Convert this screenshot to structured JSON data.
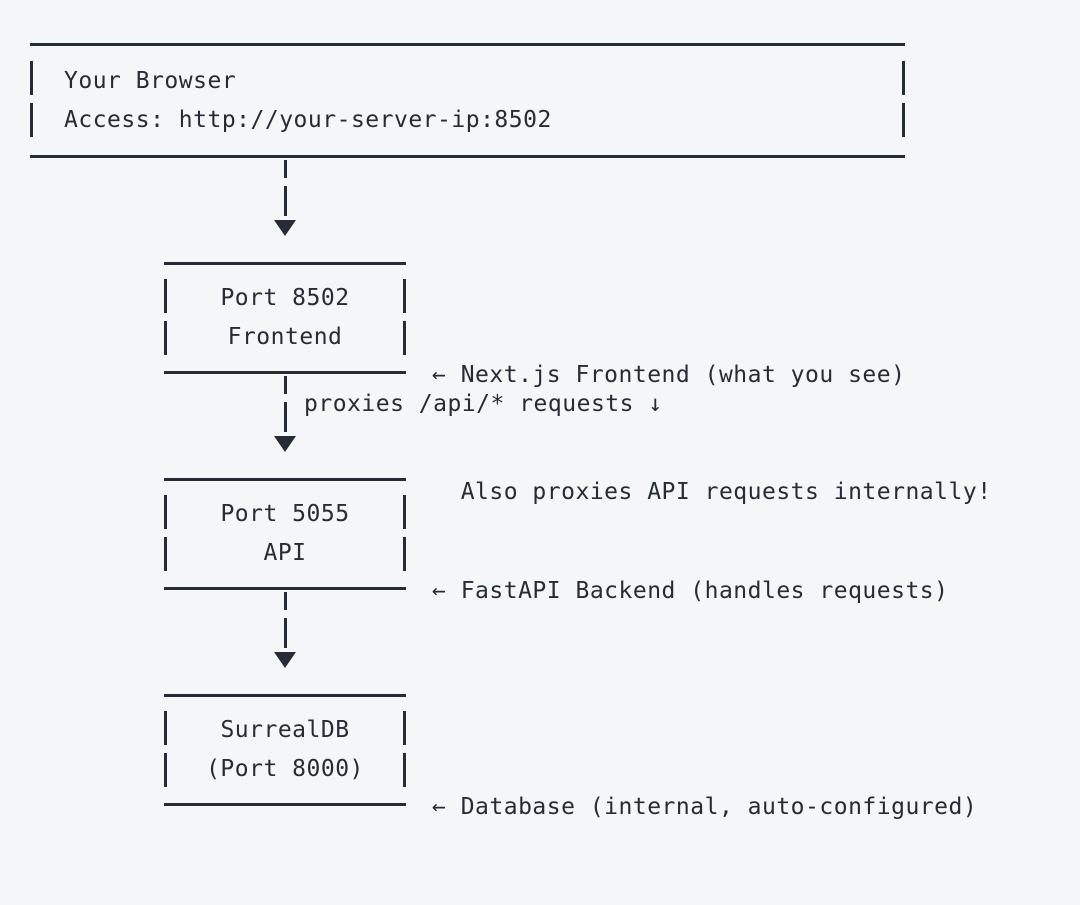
{
  "diagram": {
    "title": "Service architecture ASCII diagram",
    "colors": {
      "background": "#f4f6f8",
      "ink": "#262c35"
    },
    "browser_box": {
      "line1": "Your Browser",
      "line2": "Access: http://your-server-ip:8502"
    },
    "nodes": [
      {
        "id": "frontend",
        "line1": "Port 8502",
        "line2": "Frontend",
        "annotation_line1": "← Next.js Frontend (what you see)",
        "annotation_line2": "  Also proxies API requests internally!"
      },
      {
        "id": "api",
        "line1": "Port 5055",
        "line2": "API",
        "annotation_line1": "← FastAPI Backend (handles requests)",
        "annotation_line2": ""
      },
      {
        "id": "database",
        "line1": "SurrealDB",
        "line2": "(Port 8000)",
        "annotation_line1": "← Database (internal, auto-configured)",
        "annotation_line2": ""
      }
    ],
    "connectors": [
      {
        "id": "browser-to-frontend",
        "label": "",
        "arrow_glyph": "▼"
      },
      {
        "id": "frontend-to-api",
        "label": "proxies /api/* requests ↓",
        "arrow_glyph": "▼"
      },
      {
        "id": "api-to-database",
        "label": "",
        "arrow_glyph": "▼"
      }
    ]
  }
}
